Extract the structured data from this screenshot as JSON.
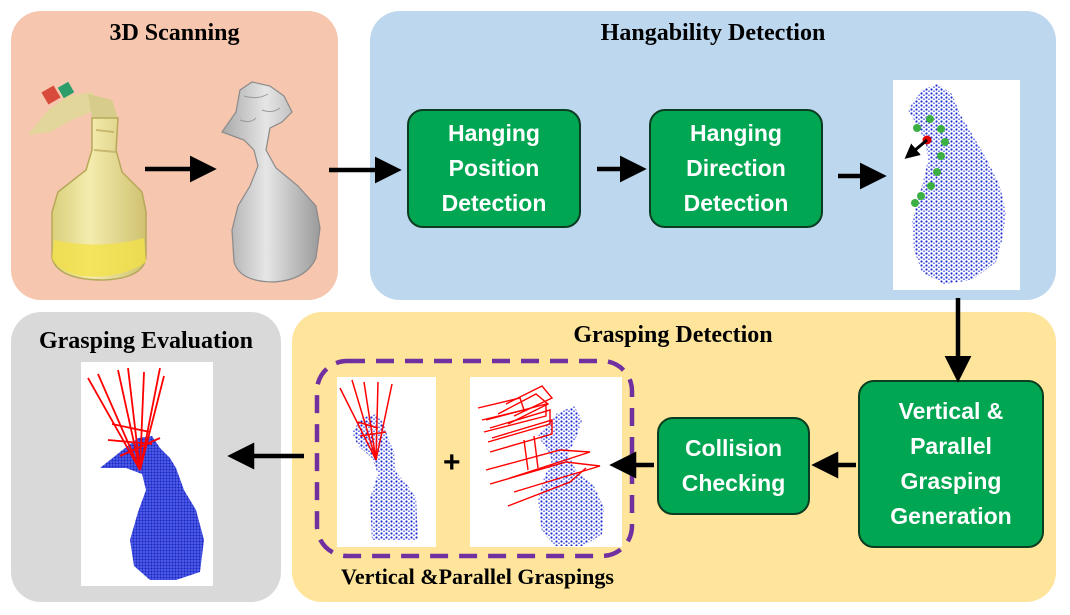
{
  "panels": {
    "scanning": {
      "title": "3D Scanning",
      "color": "#f6c6ae"
    },
    "hangability": {
      "title": "Hangability Detection",
      "color": "#bdd7ee"
    },
    "grasping": {
      "title": "Grasping Detection",
      "color": "#ffe59b"
    },
    "evaluation": {
      "title": "Grasping Evaluation",
      "color": "#d9d9d9"
    }
  },
  "boxes": {
    "hanging_position": "Hanging\nPosition\nDetection",
    "hanging_direction": "Hanging\nDirection\nDetection",
    "vertical_parallel_generation": "Vertical &\nParallel\nGrasping\nGeneration",
    "collision_checking": "Collision\nChecking"
  },
  "graspings_group": {
    "label": "Vertical &Parallel Graspings",
    "operator": "+"
  },
  "colors": {
    "box_fill": "#00a651",
    "box_border": "#0b3d22",
    "point_cloud": "#1f2fd0",
    "grasp_lines": "#ff0000",
    "hang_dots": "#3cb043",
    "hang_point": "#e00000",
    "dashed_border": "#7030a0"
  }
}
